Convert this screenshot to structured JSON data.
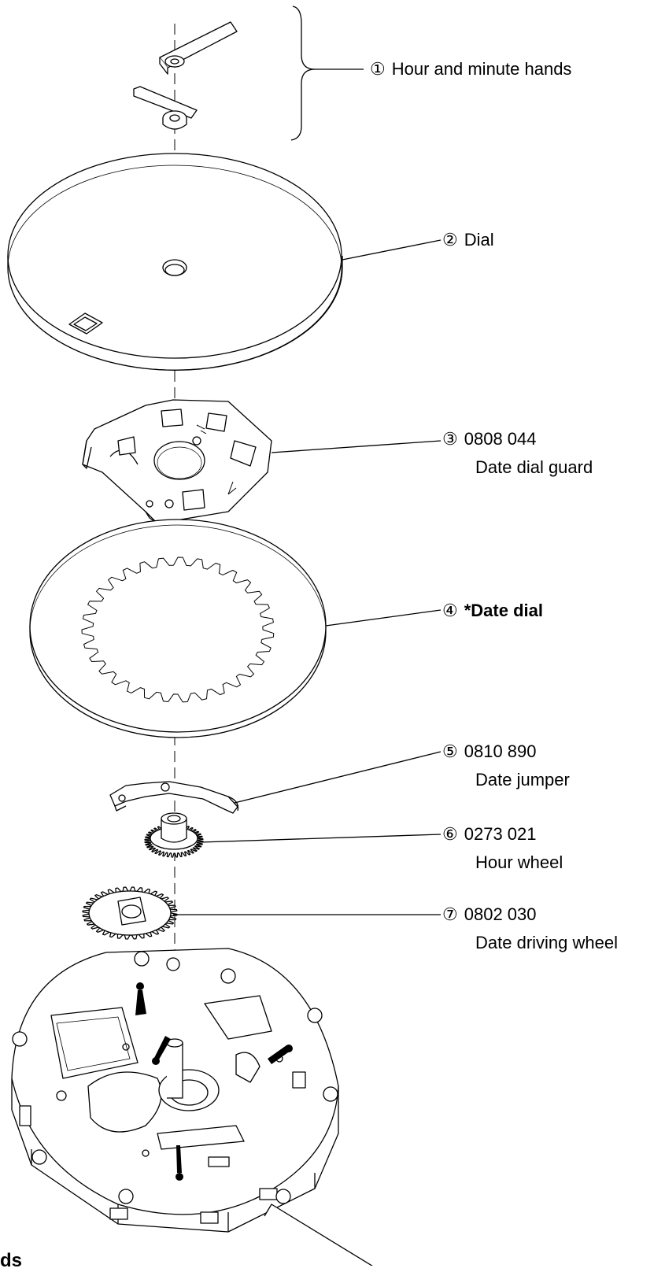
{
  "callouts": [
    {
      "marker": "①",
      "code": "",
      "name": "Hour and minute hands",
      "bold": false
    },
    {
      "marker": "②",
      "code": "",
      "name": "Dial",
      "bold": false
    },
    {
      "marker": "③",
      "code": "0808 044",
      "name": "Date dial guard",
      "bold": false
    },
    {
      "marker": "④",
      "code": "",
      "name": "*Date dial",
      "bold": true
    },
    {
      "marker": "⑤",
      "code": "0810 890",
      "name": "Date jumper",
      "bold": false
    },
    {
      "marker": "⑥",
      "code": "0273 021",
      "name": "Hour wheel",
      "bold": false
    },
    {
      "marker": "⑦",
      "code": "0802 030",
      "name": "Date driving wheel",
      "bold": false
    }
  ],
  "footer_fragment": "ds"
}
